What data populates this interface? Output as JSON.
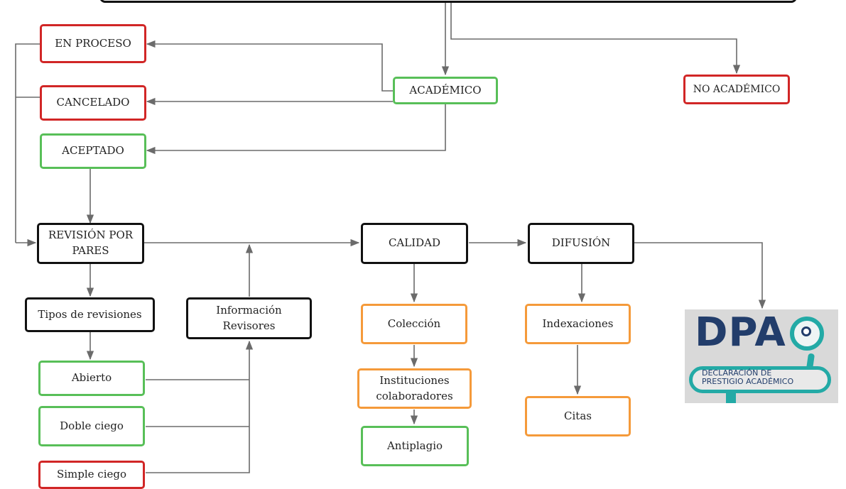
{
  "nodes": {
    "en_proceso": "EN PROCESO",
    "cancelado": "CANCELADO",
    "aceptado": "ACEPTADO",
    "academico": "ACADÉMICO",
    "no_academico": "NO ACADÉMICO",
    "revision_por_pares": [
      "REVISIÓN POR",
      "PARES"
    ],
    "tipos_de_revisiones": "Tipos de revisiones",
    "informacion_revisores": [
      "Información",
      "Revisores"
    ],
    "abierto": "Abierto",
    "doble_ciego": "Doble ciego",
    "simple_ciego": "Simple ciego",
    "calidad": "CALIDAD",
    "coleccion": "Colección",
    "instituciones_colaboradores": [
      "Instituciones",
      "colaboradores"
    ],
    "antiplagio": "Antiplagio",
    "difusion": "DIFUSIÓN",
    "indexaciones": "Indexaciones",
    "citas": "Citas"
  },
  "logo": {
    "acronym": "DPA",
    "subtitle": [
      "DECLARACIÓN DE",
      "PRESTIGIO ACADÉMICO"
    ]
  },
  "colors": {
    "red": "#d12626",
    "green": "#58bf58",
    "orange": "#f59a3a",
    "black": "#111111",
    "connector": "#6b6b6b",
    "logo_navy": "#223d6b",
    "logo_teal": "#23aaa6"
  }
}
